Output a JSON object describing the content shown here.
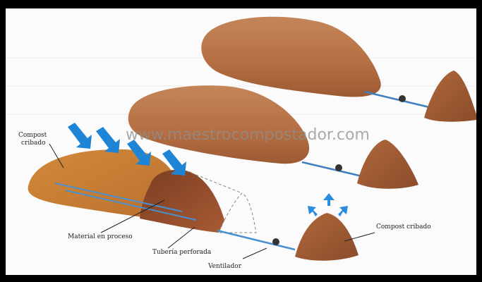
{
  "watermark": "www.maestrocompostador.com",
  "labels": {
    "compost_cribado_left_1": "Compost",
    "compost_cribado_left_2": "cribado",
    "compost_cribado_right": "Compost cribado",
    "material_en_proceso": "Material en proceso",
    "tuberia_perforada": "Tubería perforada",
    "ventilador": "Ventilador"
  },
  "colors": {
    "pile_top": "#c98a5a",
    "pile_side": "#a55f36",
    "finished_pile": "#9e5a35",
    "pipe": "#3f7fbf",
    "air_arrow": "#1e84d6",
    "frame_border": "#000000"
  },
  "icons": [
    "air-arrow-icon",
    "fan-icon",
    "vent-arrow-icon"
  ]
}
